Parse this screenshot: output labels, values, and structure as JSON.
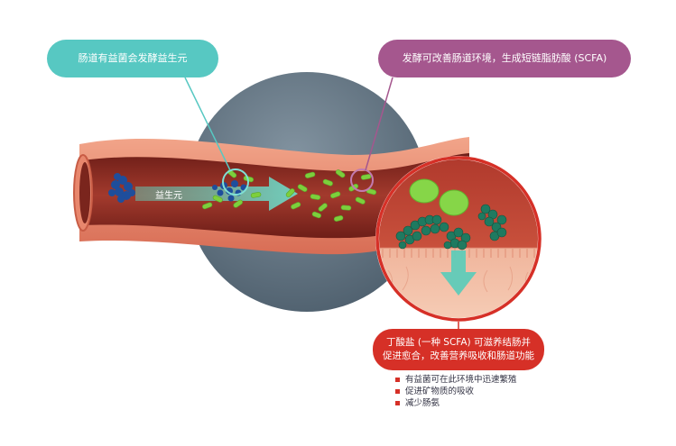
{
  "callouts": {
    "left": "肠道有益菌会发酵益生元",
    "right": "发酵可改善肠道环境，生成短链脂肪酸 (SCFA)",
    "bottom_line1": "丁酸盐 (一种 SCFA) 可滋养结肠并",
    "bottom_line2": "促进愈合，改善营养吸收和肠道功能"
  },
  "arrow_label": "益生元",
  "benefits": [
    "有益菌可在此环境中迅速繁殖",
    "促进矿物质的吸收",
    "减少肠氨"
  ],
  "colors": {
    "teal": "#57c8c2",
    "purple": "#a5578e",
    "red": "#d63027",
    "gut_wall": "#e4866b",
    "gut_inner": "#8a2a22",
    "backdrop_circle": "#5e6f7c",
    "bacteria_green": "#7dcf3c",
    "bacteria_dark": "#1f7a60",
    "prebiotic_blue": "#1e4e9c"
  }
}
